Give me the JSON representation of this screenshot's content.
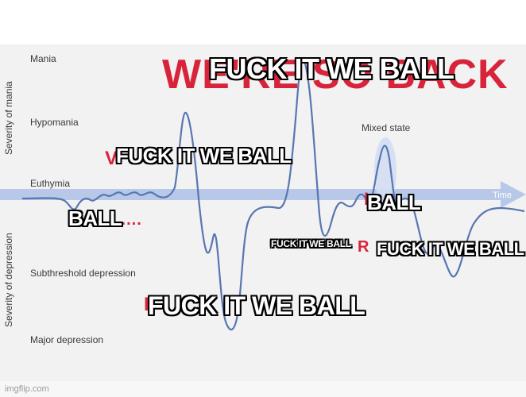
{
  "chart": {
    "title": "WE'RE SO BACK",
    "y_labels": {
      "mania": "Mania",
      "hypomania": "Hypomania",
      "euthymia": "Euthymia",
      "subthreshold": "Subthreshold depression",
      "major": "Major depression"
    },
    "side_labels": {
      "mania": "Severity of mania",
      "depression": "Severity of depression"
    },
    "mixed_state": "Mixed state",
    "time_label": "Time",
    "colors": {
      "line": "#5a7bb5",
      "arrow": "#a9bfe3",
      "title_red": "#d8243a",
      "mixed_highlight": "#c9d6ee"
    }
  },
  "captions": {
    "top": "FUCK IT WE BALL",
    "upper_left": "FUCK IT WE BALL",
    "left": "BALL",
    "right_ball": "BALL",
    "mid_small": "FUCK IT WE BALL",
    "right": "FUCK IT WE BALL",
    "bottom": "FUCK IT WE BALL"
  },
  "watermark": "imgflip.com"
}
